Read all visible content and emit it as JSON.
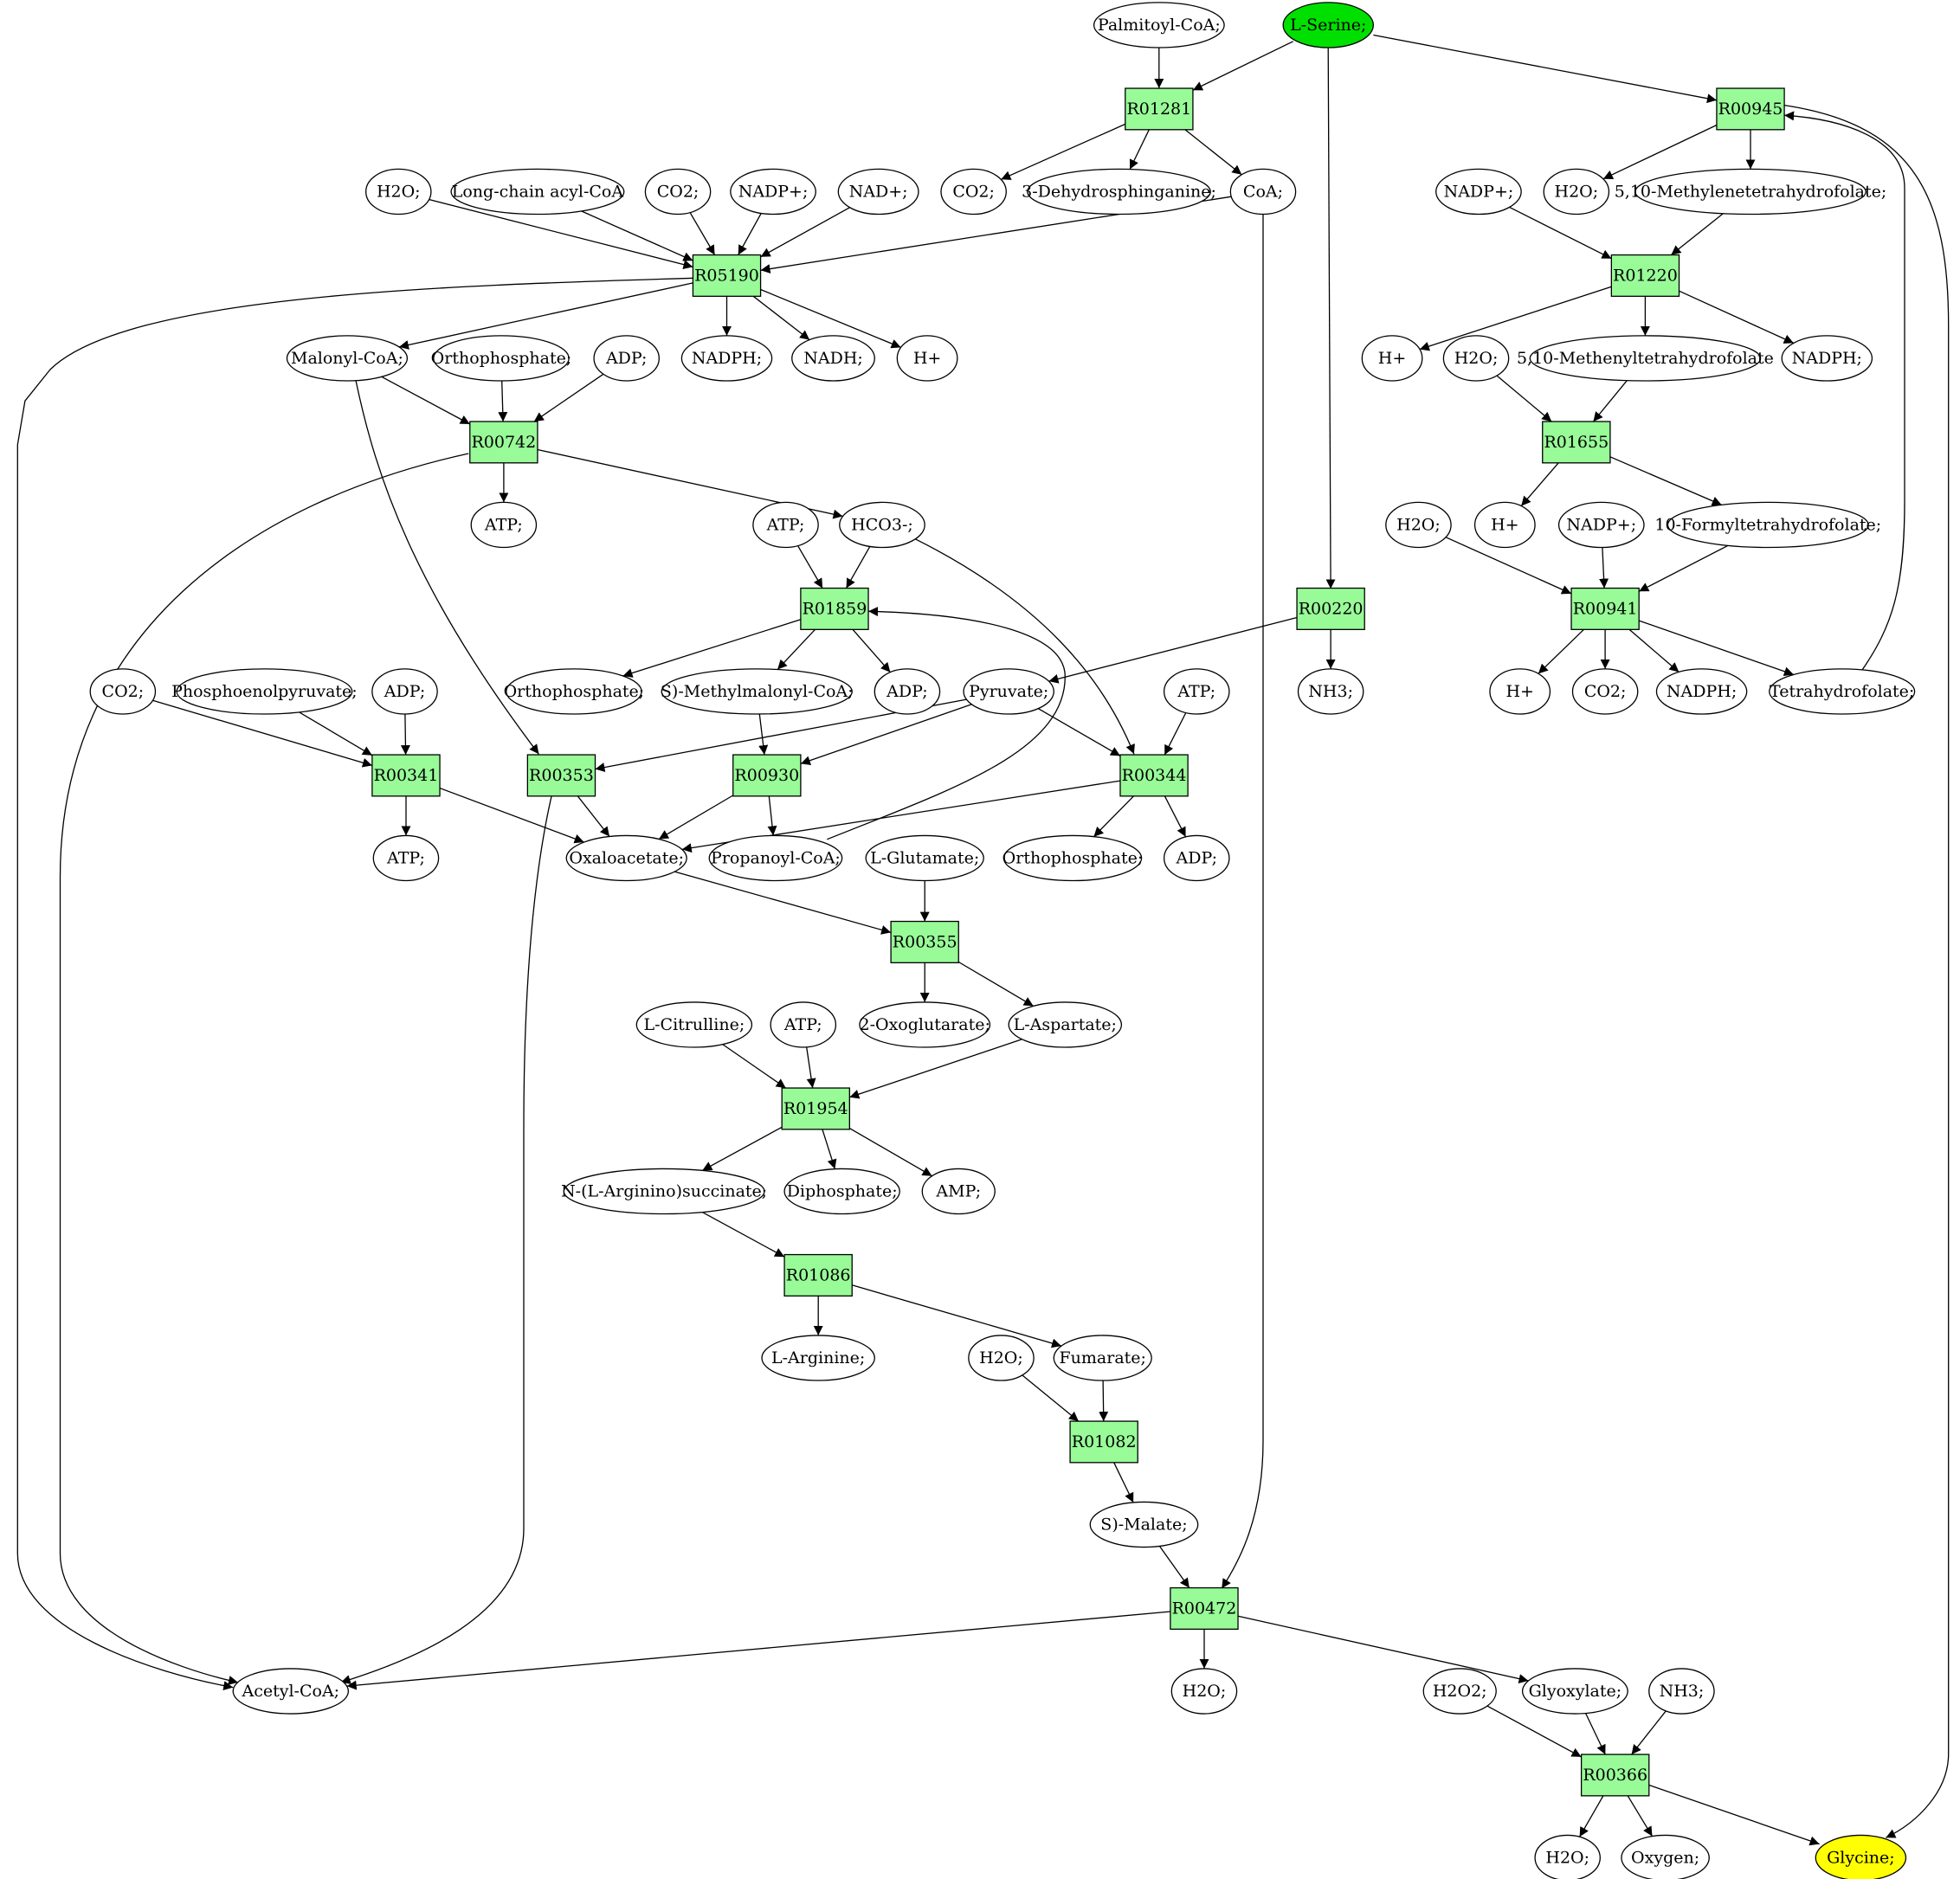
{
  "diagram": {
    "compounds": [
      {
        "id": "palmitoyl",
        "label": "Palmitoyl-CoA;"
      },
      {
        "id": "serine",
        "label": "L-Serine;",
        "role": "start",
        "color": "#00e000"
      },
      {
        "id": "h2o_a",
        "label": "H2O;"
      },
      {
        "id": "lcacyl",
        "label": "Long-chain acyl-CoA"
      },
      {
        "id": "co2_a",
        "label": "CO2;"
      },
      {
        "id": "nadp_a",
        "label": "NADP+;"
      },
      {
        "id": "nad_a",
        "label": "NAD+;"
      },
      {
        "id": "co2_b",
        "label": "CO2;"
      },
      {
        "id": "dehydro",
        "label": "3-Dehydrosphinganine;"
      },
      {
        "id": "coa",
        "label": "CoA;"
      },
      {
        "id": "nadp_b",
        "label": "NADP+;"
      },
      {
        "id": "h2o_b",
        "label": "H2O;"
      },
      {
        "id": "methylene",
        "label": "5,10-Methylenetetrahydrofolate;"
      },
      {
        "id": "malonyl",
        "label": "Malonyl-CoA;"
      },
      {
        "id": "orthop_a",
        "label": "Orthophosphate;"
      },
      {
        "id": "adp_a",
        "label": "ADP;"
      },
      {
        "id": "nadph_a",
        "label": "NADPH;"
      },
      {
        "id": "nadh",
        "label": "NADH;"
      },
      {
        "id": "hplus_a",
        "label": "H+"
      },
      {
        "id": "hplus_b",
        "label": "H+"
      },
      {
        "id": "h2o_c",
        "label": "H2O;"
      },
      {
        "id": "methenyl",
        "label": "5,10-Methenyltetrahydrofolate"
      },
      {
        "id": "nadph_b",
        "label": "NADPH;"
      },
      {
        "id": "atp_a",
        "label": "ATP;"
      },
      {
        "id": "atp_b",
        "label": "ATP;"
      },
      {
        "id": "hco3",
        "label": "HCO3-;"
      },
      {
        "id": "h2o_d",
        "label": "H2O;"
      },
      {
        "id": "hplus_c",
        "label": "H+"
      },
      {
        "id": "nadp_c",
        "label": "NADP+;"
      },
      {
        "id": "formyl",
        "label": "10-Formyltetrahydrofolate;"
      },
      {
        "id": "co2_c",
        "label": "CO2;"
      },
      {
        "id": "pep",
        "label": "Phosphoenolpyruvate;"
      },
      {
        "id": "adp_b",
        "label": "ADP;"
      },
      {
        "id": "orthop_b",
        "label": "Orthophosphate;"
      },
      {
        "id": "smethyl",
        "label": "S)-Methylmalonyl-CoA;"
      },
      {
        "id": "adp_c",
        "label": "ADP;"
      },
      {
        "id": "pyruvate",
        "label": "Pyruvate;"
      },
      {
        "id": "atp_c",
        "label": "ATP;"
      },
      {
        "id": "nh3_a",
        "label": "NH3;"
      },
      {
        "id": "hplus_d",
        "label": "H+"
      },
      {
        "id": "co2_d",
        "label": "CO2;"
      },
      {
        "id": "nadph_c",
        "label": "NADPH;"
      },
      {
        "id": "thf",
        "label": "Tetrahydrofolate;"
      },
      {
        "id": "atp_d",
        "label": "ATP;"
      },
      {
        "id": "oxalo",
        "label": "Oxaloacetate;"
      },
      {
        "id": "propanoyl",
        "label": "Propanoyl-CoA;"
      },
      {
        "id": "glutamate",
        "label": "L-Glutamate;"
      },
      {
        "id": "orthop_c",
        "label": "Orthophosphate;"
      },
      {
        "id": "adp_d",
        "label": "ADP;"
      },
      {
        "id": "citrulline",
        "label": "L-Citrulline;"
      },
      {
        "id": "atp_e",
        "label": "ATP;"
      },
      {
        "id": "oxoglut",
        "label": "2-Oxoglutarate;"
      },
      {
        "id": "aspartate",
        "label": "L-Aspartate;"
      },
      {
        "id": "argsucc",
        "label": "N-(L-Arginino)succinate;"
      },
      {
        "id": "diphos",
        "label": "Diphosphate;"
      },
      {
        "id": "amp",
        "label": "AMP;"
      },
      {
        "id": "arginine",
        "label": "L-Arginine;"
      },
      {
        "id": "h2o_e",
        "label": "H2O;"
      },
      {
        "id": "fumarate",
        "label": "Fumarate;"
      },
      {
        "id": "malate",
        "label": "S)-Malate;"
      },
      {
        "id": "acetyl",
        "label": "Acetyl-CoA;"
      },
      {
        "id": "h2o_f",
        "label": "H2O;"
      },
      {
        "id": "h2o2",
        "label": "H2O2;"
      },
      {
        "id": "glyoxylate",
        "label": "Glyoxylate;"
      },
      {
        "id": "nh3_b",
        "label": "NH3;"
      },
      {
        "id": "h2o_g",
        "label": "H2O;"
      },
      {
        "id": "oxygen",
        "label": "Oxygen;"
      },
      {
        "id": "glycine",
        "label": "Glycine;",
        "role": "end",
        "color": "#ffff00"
      }
    ],
    "reactions": [
      {
        "id": "R01281",
        "label": "R01281"
      },
      {
        "id": "R00945",
        "label": "R00945"
      },
      {
        "id": "R05190",
        "label": "R05190"
      },
      {
        "id": "R01220",
        "label": "R01220"
      },
      {
        "id": "R00742",
        "label": "R00742"
      },
      {
        "id": "R01655",
        "label": "R01655"
      },
      {
        "id": "R01859",
        "label": "R01859"
      },
      {
        "id": "R00220",
        "label": "R00220"
      },
      {
        "id": "R00941",
        "label": "R00941"
      },
      {
        "id": "R00341",
        "label": "R00341"
      },
      {
        "id": "R00353",
        "label": "R00353"
      },
      {
        "id": "R00930",
        "label": "R00930"
      },
      {
        "id": "R00344",
        "label": "R00344"
      },
      {
        "id": "R00355",
        "label": "R00355"
      },
      {
        "id": "R01954",
        "label": "R01954"
      },
      {
        "id": "R01086",
        "label": "R01086"
      },
      {
        "id": "R01082",
        "label": "R01082"
      },
      {
        "id": "R00472",
        "label": "R00472"
      },
      {
        "id": "R00366",
        "label": "R00366"
      }
    ],
    "edges": [
      [
        "palmitoyl",
        "R01281"
      ],
      [
        "serine",
        "R01281"
      ],
      [
        "serine",
        "R00945"
      ],
      [
        "serine",
        "R00220"
      ],
      [
        "R01281",
        "co2_b"
      ],
      [
        "R01281",
        "dehydro"
      ],
      [
        "R01281",
        "coa"
      ],
      [
        "h2o_a",
        "R05190"
      ],
      [
        "lcacyl",
        "R05190"
      ],
      [
        "co2_a",
        "R05190"
      ],
      [
        "nadp_a",
        "R05190"
      ],
      [
        "nad_a",
        "R05190"
      ],
      [
        "coa",
        "R05190"
      ],
      [
        "R05190",
        "malonyl"
      ],
      [
        "R05190",
        "nadph_a"
      ],
      [
        "R05190",
        "nadh"
      ],
      [
        "R05190",
        "hplus_a"
      ],
      [
        "R05190",
        "acetyl"
      ],
      [
        "R00945",
        "h2o_b"
      ],
      [
        "R00945",
        "methylene"
      ],
      [
        "R00945",
        "glycine"
      ],
      [
        "nadp_b",
        "R01220"
      ],
      [
        "methylene",
        "R01220"
      ],
      [
        "R01220",
        "hplus_b"
      ],
      [
        "R01220",
        "methenyl"
      ],
      [
        "R01220",
        "nadph_b"
      ],
      [
        "malonyl",
        "R00742"
      ],
      [
        "orthop_a",
        "R00742"
      ],
      [
        "adp_a",
        "R00742"
      ],
      [
        "R00742",
        "atp_a"
      ],
      [
        "R00742",
        "hco3"
      ],
      [
        "R00742",
        "acetyl"
      ],
      [
        "h2o_c",
        "R01655"
      ],
      [
        "methenyl",
        "R01655"
      ],
      [
        "R01655",
        "hplus_c"
      ],
      [
        "R01655",
        "formyl"
      ],
      [
        "atp_b",
        "R01859"
      ],
      [
        "hco3",
        "R01859"
      ],
      [
        "propanoyl",
        "R01859"
      ],
      [
        "R01859",
        "orthop_b"
      ],
      [
        "R01859",
        "smethyl"
      ],
      [
        "R01859",
        "adp_c"
      ],
      [
        "R00220",
        "pyruvate"
      ],
      [
        "R00220",
        "nh3_a"
      ],
      [
        "h2o_d",
        "R00941"
      ],
      [
        "nadp_c",
        "R00941"
      ],
      [
        "formyl",
        "R00941"
      ],
      [
        "R00941",
        "hplus_d"
      ],
      [
        "R00941",
        "co2_d"
      ],
      [
        "R00941",
        "nadph_c"
      ],
      [
        "R00941",
        "thf"
      ],
      [
        "thf",
        "R00945"
      ],
      [
        "co2_c",
        "R00341"
      ],
      [
        "pep",
        "R00341"
      ],
      [
        "adp_b",
        "R00341"
      ],
      [
        "R00341",
        "atp_d"
      ],
      [
        "R00341",
        "oxalo"
      ],
      [
        "malonyl",
        "R00353"
      ],
      [
        "pyruvate",
        "R00353"
      ],
      [
        "R00353",
        "oxalo"
      ],
      [
        "R00353",
        "acetyl"
      ],
      [
        "smethyl",
        "R00930"
      ],
      [
        "pyruvate",
        "R00930"
      ],
      [
        "R00930",
        "oxalo"
      ],
      [
        "R00930",
        "propanoyl"
      ],
      [
        "pyruvate",
        "R00344"
      ],
      [
        "atp_c",
        "R00344"
      ],
      [
        "hco3",
        "R00344"
      ],
      [
        "R00344",
        "oxalo"
      ],
      [
        "R00344",
        "orthop_c"
      ],
      [
        "R00344",
        "adp_d"
      ],
      [
        "oxalo",
        "R00355"
      ],
      [
        "glutamate",
        "R00355"
      ],
      [
        "R00355",
        "oxoglut"
      ],
      [
        "R00355",
        "aspartate"
      ],
      [
        "citrulline",
        "R01954"
      ],
      [
        "atp_e",
        "R01954"
      ],
      [
        "aspartate",
        "R01954"
      ],
      [
        "R01954",
        "argsucc"
      ],
      [
        "R01954",
        "diphos"
      ],
      [
        "R01954",
        "amp"
      ],
      [
        "argsucc",
        "R01086"
      ],
      [
        "R01086",
        "arginine"
      ],
      [
        "R01086",
        "fumarate"
      ],
      [
        "h2o_e",
        "R01082"
      ],
      [
        "fumarate",
        "R01082"
      ],
      [
        "R01082",
        "malate"
      ],
      [
        "malate",
        "R00472"
      ],
      [
        "coa",
        "R00472"
      ],
      [
        "R00472",
        "acetyl"
      ],
      [
        "R00472",
        "h2o_f"
      ],
      [
        "R00472",
        "glyoxylate"
      ],
      [
        "h2o2",
        "R00366"
      ],
      [
        "glyoxylate",
        "R00366"
      ],
      [
        "nh3_b",
        "R00366"
      ],
      [
        "R00366",
        "h2o_g"
      ],
      [
        "R00366",
        "oxygen"
      ],
      [
        "R00366",
        "glycine"
      ]
    ]
  }
}
